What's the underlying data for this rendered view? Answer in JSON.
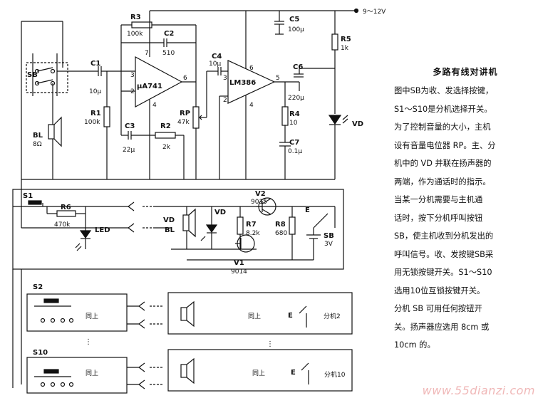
{
  "description": {
    "title": "多路有线对讲机",
    "lines": [
      "图中SB为收、发选择按键，",
      "S1～S10是分机选择开关。",
      "为了控制音量的大小，主机",
      "设有音量电位器 RP。主、分",
      "机中的 VD 并联在扬声器的",
      "两端，作为通话时的指示。",
      "当某一分机需要与主机通",
      "话时，按下分机呼叫按钮",
      "SB，使主机收到分机发出的",
      "呼叫信号。收、发按键SB采",
      "用无锁按键开关。S1～S10",
      "选用10位互锁按键开关。",
      "分机 SB 可用任何按钮开",
      "关。扬声器应选用 8cm 或",
      "10cm 的。"
    ]
  },
  "watermark": "www.55dianzi.com",
  "labels": {
    "supply": "9～12V",
    "r3": "R3",
    "r3v": "100k",
    "c2": "C2",
    "c2v": "510",
    "c5": "C5",
    "c5v": "100μ",
    "r5": "R5",
    "r5v": "1k",
    "c4": "C4",
    "c4v": "10μ",
    "sb": "SB",
    "c1": "C1",
    "c1v": "10μ",
    "ic1": "μA741",
    "ic2": "LM386",
    "c6": "C6",
    "c6v": "220μ",
    "r1": "R1",
    "r1v": "100k",
    "rp": "RP",
    "rpv": "47k",
    "r4": "R4",
    "r4v": "10",
    "vd": "VD",
    "bl": "BL",
    "blv": "8Ω",
    "c3": "C3",
    "c3v": "22μ",
    "r2": "R2",
    "r2v": "2k",
    "c7": "C7",
    "c7v": "0.1μ",
    "pin7": "7",
    "pin2": "2",
    "pin3": "3",
    "pin6": "6",
    "pin4": "4",
    "pin6b": "6",
    "pin3b": "3",
    "pin2b": "2",
    "pin4b": "4",
    "pin5b": "5",
    "s1": "S1",
    "r6": "R6",
    "r6v": "470k",
    "led": "LED",
    "vd_bl": "VD",
    "bl2": "BL",
    "vd2": "VD",
    "v2": "V2",
    "v2v": "9015",
    "r7": "R7",
    "r7v": "8.2k",
    "r8": "R8",
    "r8v": "680",
    "e": "E",
    "sb2": "SB",
    "sb2v": "3V",
    "v1": "V1",
    "v1v": "9014",
    "s2": "S2",
    "same1": "同上",
    "same2": "同上",
    "ext2": "分机2",
    "s10": "S10",
    "same3": "同上",
    "same4": "同上",
    "ext10": "分机10",
    "e2": "E",
    "e3": "E"
  }
}
